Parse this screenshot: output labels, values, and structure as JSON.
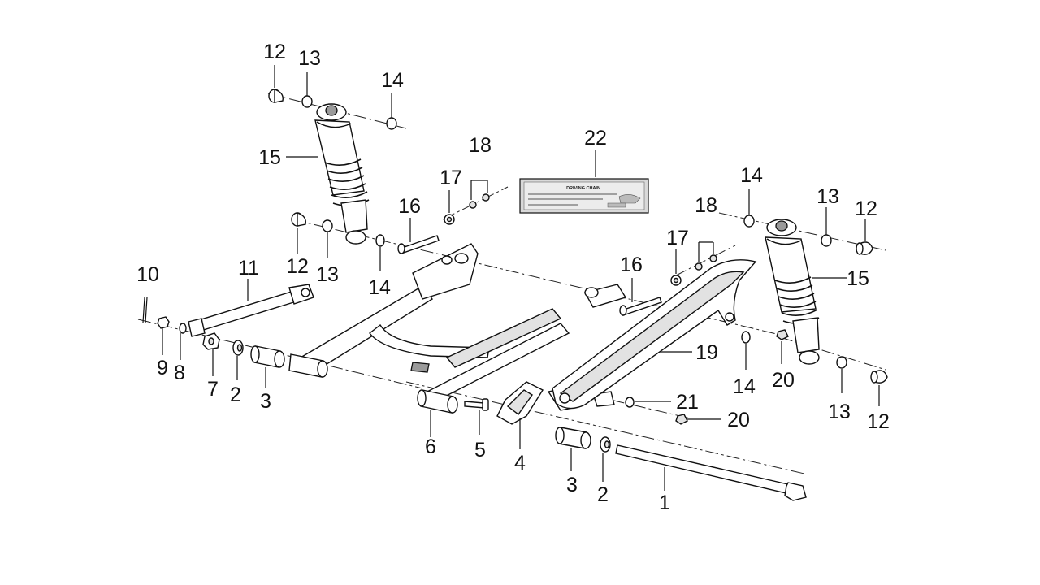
{
  "diagram": {
    "callouts": {
      "c1": "1",
      "c2a": "2",
      "c2b": "2",
      "c3a": "3",
      "c3b": "3",
      "c4": "4",
      "c5": "5",
      "c6": "6",
      "c7": "7",
      "c8": "8",
      "c9": "9",
      "c10": "10",
      "c11": "11",
      "c12a": "12",
      "c12b": "12",
      "c12c": "12",
      "c12d": "12",
      "c13a": "13",
      "c13b": "13",
      "c13c": "13",
      "c13d": "13",
      "c14a": "14",
      "c14b": "14",
      "c14c": "14",
      "c14d": "14",
      "c15a": "15",
      "c15b": "15",
      "c16a": "16",
      "c16b": "16",
      "c17a": "17",
      "c17b": "17",
      "c18a": "18",
      "c18b": "18",
      "c19": "19",
      "c20a": "20",
      "c20b": "20",
      "c21": "21",
      "c22": "22"
    },
    "label_plate": {
      "title": "DRIVING CHAIN"
    }
  }
}
